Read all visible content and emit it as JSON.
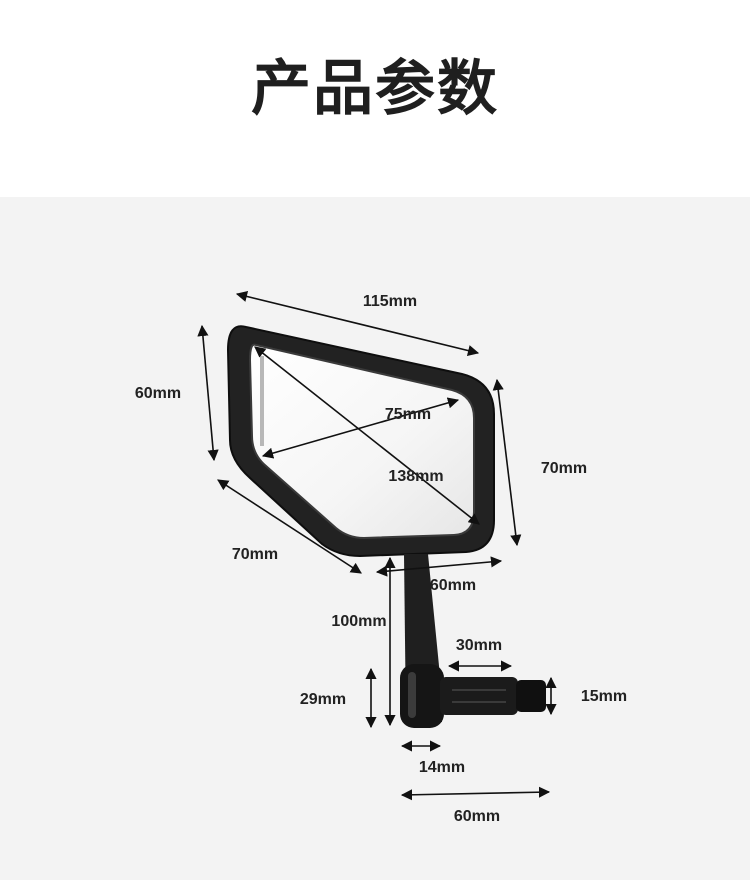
{
  "title": "产品参数",
  "colors": {
    "accent_dark": "#1c1c1c",
    "background": "#f3f3f3"
  },
  "dimensions": {
    "top_edge": "115mm",
    "left_edge": "60mm",
    "right_edge": "70mm",
    "lower_left_edge": "70mm",
    "inner_short": "75mm",
    "diagonal": "138mm",
    "bottom_width": "60mm",
    "arm_height": "100mm",
    "clamp_length": "30mm",
    "clamp_diameter": "15mm",
    "knob_height": "29mm",
    "knob_width": "14mm",
    "base_width": "60mm"
  }
}
